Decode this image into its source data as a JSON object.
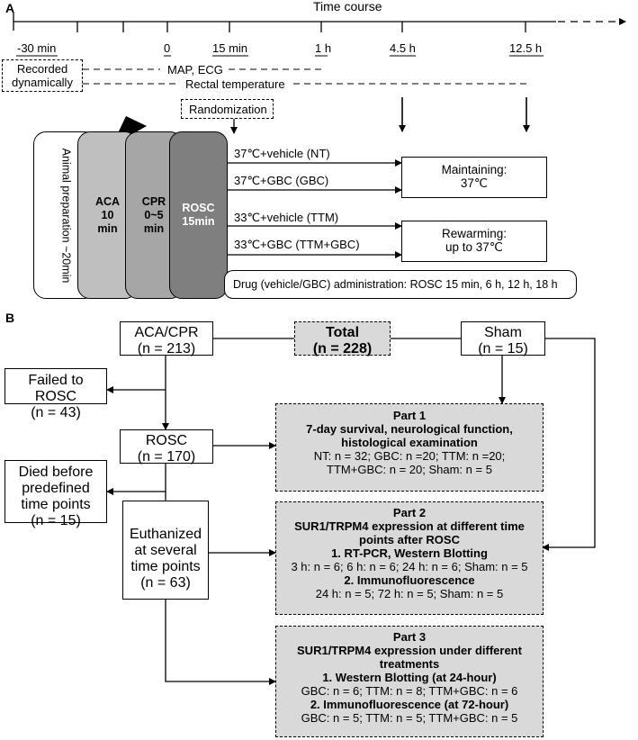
{
  "panel_a": {
    "label": "A",
    "time_course_title": "Time course",
    "ticks": [
      "-30 min",
      "0",
      "15 min",
      "1 h",
      "4.5 h",
      "12.5 h"
    ],
    "recorded_box": [
      "Recorded",
      "dynamically"
    ],
    "map_ecg": "MAP, ECG",
    "rectal_temp": "Rectal temperature",
    "randomization": "Randomization",
    "animal_prep": "Animal preparation  ~20min",
    "aca": [
      "ACA",
      "10",
      "min"
    ],
    "cpr": [
      "CPR",
      "0~5",
      "min"
    ],
    "rosc": [
      "ROSC",
      "15min"
    ],
    "groups": [
      "37℃+vehicle (NT)",
      "37℃+GBC (GBC)",
      "33℃+vehicle (TTM)",
      "33℃+GBC (TTM+GBC)"
    ],
    "maintaining": [
      "Maintaining:",
      "37℃"
    ],
    "rewarming": [
      "Rewarming:",
      "up to 37℃"
    ],
    "drug_admin": "Drug (vehicle/GBC) administration: ROSC 15 min, 6 h, 12 h, 18 h"
  },
  "panel_b": {
    "label": "B",
    "aca_cpr": [
      "ACA/CPR",
      "(n = 213)"
    ],
    "total": [
      "Total",
      "(n = 228)"
    ],
    "sham": [
      "Sham",
      "(n = 15)"
    ],
    "failed": [
      "Failed to ROSC",
      "(n = 43)"
    ],
    "rosc": [
      "ROSC",
      "(n = 170)"
    ],
    "died": [
      "Died before",
      "predefined",
      "time points",
      "(n = 15)"
    ],
    "euthanized": [
      "Euthanized",
      "at several",
      "time points",
      "(n = 63)"
    ],
    "part1": {
      "title": "Part 1",
      "heading": [
        "7-day survival, neurological function,",
        "histological examination"
      ],
      "lines": [
        "NT: n = 32; GBC: n =20; TTM: n =20;",
        "TTM+GBC: n = 20; Sham: n = 5"
      ]
    },
    "part2": {
      "title": "Part 2",
      "heading": [
        "SUR1/TRPM4 expression at different time",
        "points after ROSC"
      ],
      "sub1": "1. RT-PCR, Western Blotting",
      "sub1_line": "3 h: n = 6; 6 h: n = 6; 24 h: n = 6; Sham: n = 5",
      "sub2": "2. Immunofluorescence",
      "sub2_line": "24 h: n = 5; 72 h: n = 5; Sham: n = 5"
    },
    "part3": {
      "title": "Part 3",
      "heading": [
        "SUR1/TRPM4 expression under different",
        "treatments"
      ],
      "sub1": "1. Western Blotting (at 24-hour)",
      "sub1_line": "GBC: n = 6; TTM: n = 8; TTM+GBC: n = 6",
      "sub2": "2. Immunofluorescence (at 72-hour)",
      "sub2_line": "GBC: n = 5; TTM: n = 5; TTM+GBC: n = 5"
    }
  }
}
